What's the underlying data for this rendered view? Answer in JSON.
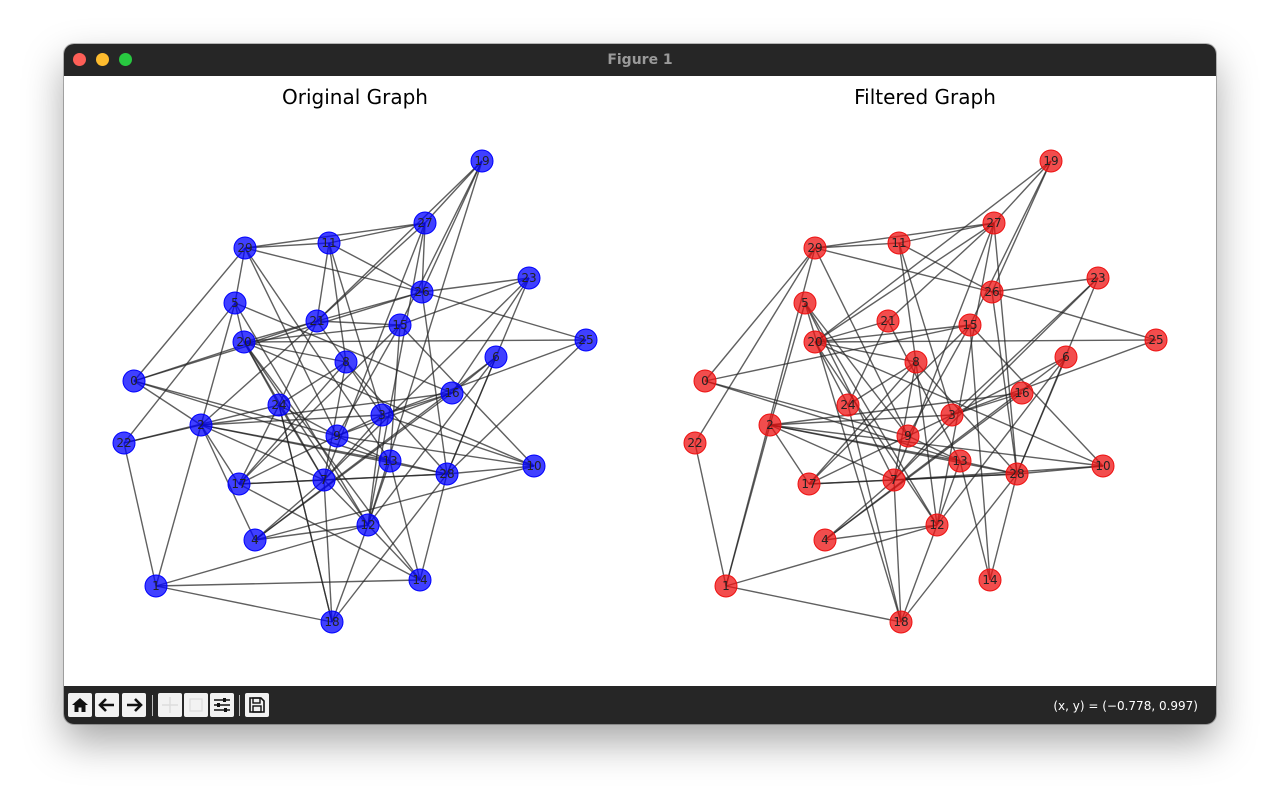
{
  "window": {
    "title": "Figure 1"
  },
  "plots": [
    {
      "title": "Original Graph",
      "color": "#0000ff",
      "nodes": [
        "19",
        "27",
        "29",
        "11",
        "23",
        "26",
        "5",
        "21",
        "15",
        "25",
        "20",
        "8",
        "6",
        "0",
        "24",
        "16",
        "3",
        "22",
        "2",
        "9",
        "13",
        "10",
        "17",
        "7",
        "28",
        "4",
        "12",
        "1",
        "14",
        "18"
      ],
      "edges": [
        [
          "29",
          "11"
        ],
        [
          "29",
          "27"
        ],
        [
          "29",
          "26"
        ],
        [
          "29",
          "5"
        ],
        [
          "29",
          "0"
        ],
        [
          "29",
          "9"
        ],
        [
          "29",
          "13"
        ],
        [
          "11",
          "27"
        ],
        [
          "11",
          "26"
        ],
        [
          "11",
          "8"
        ],
        [
          "11",
          "21"
        ],
        [
          "11",
          "3"
        ],
        [
          "27",
          "26"
        ],
        [
          "27",
          "21"
        ],
        [
          "27",
          "12"
        ],
        [
          "27",
          "7"
        ],
        [
          "27",
          "19"
        ],
        [
          "19",
          "26"
        ],
        [
          "19",
          "12"
        ],
        [
          "19",
          "15"
        ],
        [
          "19",
          "21"
        ],
        [
          "26",
          "23"
        ],
        [
          "26",
          "25"
        ],
        [
          "26",
          "21"
        ],
        [
          "26",
          "28"
        ],
        [
          "26",
          "0"
        ],
        [
          "23",
          "15"
        ],
        [
          "23",
          "16"
        ],
        [
          "23",
          "7"
        ],
        [
          "23",
          "28"
        ],
        [
          "5",
          "20"
        ],
        [
          "5",
          "2"
        ],
        [
          "5",
          "16"
        ],
        [
          "5",
          "12"
        ],
        [
          "5",
          "22"
        ],
        [
          "21",
          "20"
        ],
        [
          "21",
          "15"
        ],
        [
          "21",
          "8"
        ],
        [
          "21",
          "24"
        ],
        [
          "21",
          "2"
        ],
        [
          "15",
          "20"
        ],
        [
          "15",
          "9"
        ],
        [
          "15",
          "17"
        ],
        [
          "15",
          "13"
        ],
        [
          "15",
          "10"
        ],
        [
          "25",
          "20"
        ],
        [
          "25",
          "3"
        ],
        [
          "25",
          "28"
        ],
        [
          "20",
          "24"
        ],
        [
          "20",
          "8"
        ],
        [
          "20",
          "7"
        ],
        [
          "20",
          "12"
        ],
        [
          "20",
          "10"
        ],
        [
          "8",
          "3"
        ],
        [
          "8",
          "7"
        ],
        [
          "8",
          "28"
        ],
        [
          "8",
          "17"
        ],
        [
          "8",
          "24"
        ],
        [
          "6",
          "16"
        ],
        [
          "6",
          "28"
        ],
        [
          "6",
          "12"
        ],
        [
          "6",
          "4"
        ],
        [
          "0",
          "9"
        ],
        [
          "0",
          "13"
        ],
        [
          "0",
          "2"
        ],
        [
          "0",
          "21"
        ],
        [
          "24",
          "7"
        ],
        [
          "24",
          "17"
        ],
        [
          "24",
          "18"
        ],
        [
          "24",
          "9"
        ],
        [
          "16",
          "9"
        ],
        [
          "16",
          "3"
        ],
        [
          "16",
          "2"
        ],
        [
          "16",
          "4"
        ],
        [
          "3",
          "9"
        ],
        [
          "3",
          "7"
        ],
        [
          "3",
          "12"
        ],
        [
          "3",
          "2"
        ],
        [
          "22",
          "1"
        ],
        [
          "22",
          "2"
        ],
        [
          "22",
          "24"
        ],
        [
          "2",
          "17"
        ],
        [
          "2",
          "13"
        ],
        [
          "2",
          "28"
        ],
        [
          "2",
          "7"
        ],
        [
          "9",
          "13"
        ],
        [
          "9",
          "10"
        ],
        [
          "9",
          "17"
        ],
        [
          "13",
          "28"
        ],
        [
          "13",
          "12"
        ],
        [
          "13",
          "14"
        ],
        [
          "10",
          "28"
        ],
        [
          "10",
          "4"
        ],
        [
          "10",
          "3"
        ],
        [
          "17",
          "7"
        ],
        [
          "17",
          "28"
        ],
        [
          "17",
          "14"
        ],
        [
          "7",
          "28"
        ],
        [
          "7",
          "4"
        ],
        [
          "7",
          "12"
        ],
        [
          "7",
          "18"
        ],
        [
          "28",
          "14"
        ],
        [
          "28",
          "18"
        ],
        [
          "4",
          "12"
        ],
        [
          "4",
          "2"
        ],
        [
          "12",
          "14"
        ],
        [
          "12",
          "18"
        ],
        [
          "12",
          "1"
        ],
        [
          "1",
          "14"
        ],
        [
          "1",
          "18"
        ],
        [
          "1",
          "2"
        ],
        [
          "14",
          "20"
        ],
        [
          "18",
          "24"
        ]
      ]
    },
    {
      "title": "Filtered Graph",
      "color": "#ee1111",
      "nodes": [
        "19",
        "27",
        "29",
        "11",
        "23",
        "26",
        "5",
        "21",
        "15",
        "25",
        "20",
        "8",
        "6",
        "0",
        "24",
        "16",
        "3",
        "22",
        "2",
        "9",
        "13",
        "10",
        "17",
        "7",
        "28",
        "4",
        "12",
        "1",
        "14",
        "18"
      ],
      "edges": [
        [
          "29",
          "11"
        ],
        [
          "29",
          "27"
        ],
        [
          "29",
          "26"
        ],
        [
          "29",
          "0"
        ],
        [
          "29",
          "9"
        ],
        [
          "29",
          "1"
        ],
        [
          "11",
          "27"
        ],
        [
          "11",
          "26"
        ],
        [
          "11",
          "8"
        ],
        [
          "11",
          "3"
        ],
        [
          "27",
          "21"
        ],
        [
          "27",
          "12"
        ],
        [
          "27",
          "7"
        ],
        [
          "27",
          "19"
        ],
        [
          "27",
          "20"
        ],
        [
          "27",
          "28"
        ],
        [
          "19",
          "26"
        ],
        [
          "19",
          "15"
        ],
        [
          "19",
          "20"
        ],
        [
          "26",
          "23"
        ],
        [
          "26",
          "25"
        ],
        [
          "26",
          "28"
        ],
        [
          "23",
          "7"
        ],
        [
          "23",
          "28"
        ],
        [
          "23",
          "3"
        ],
        [
          "5",
          "2"
        ],
        [
          "5",
          "12"
        ],
        [
          "5",
          "9"
        ],
        [
          "5",
          "18"
        ],
        [
          "21",
          "20"
        ],
        [
          "21",
          "24"
        ],
        [
          "21",
          "13"
        ],
        [
          "15",
          "20"
        ],
        [
          "15",
          "9"
        ],
        [
          "15",
          "17"
        ],
        [
          "15",
          "10"
        ],
        [
          "15",
          "14"
        ],
        [
          "25",
          "20"
        ],
        [
          "25",
          "3"
        ],
        [
          "20",
          "24"
        ],
        [
          "20",
          "8"
        ],
        [
          "20",
          "12"
        ],
        [
          "20",
          "10"
        ],
        [
          "8",
          "7"
        ],
        [
          "8",
          "28"
        ],
        [
          "8",
          "17"
        ],
        [
          "8",
          "24"
        ],
        [
          "8",
          "12"
        ],
        [
          "6",
          "28"
        ],
        [
          "6",
          "12"
        ],
        [
          "6",
          "4"
        ],
        [
          "6",
          "3"
        ],
        [
          "0",
          "9"
        ],
        [
          "0",
          "13"
        ],
        [
          "0",
          "15"
        ],
        [
          "16",
          "2"
        ],
        [
          "16",
          "4"
        ],
        [
          "16",
          "3"
        ],
        [
          "3",
          "7"
        ],
        [
          "3",
          "2"
        ],
        [
          "3",
          "9"
        ],
        [
          "22",
          "1"
        ],
        [
          "22",
          "29"
        ],
        [
          "2",
          "17"
        ],
        [
          "2",
          "13"
        ],
        [
          "2",
          "28"
        ],
        [
          "2",
          "7"
        ],
        [
          "9",
          "13"
        ],
        [
          "9",
          "17"
        ],
        [
          "13",
          "28"
        ],
        [
          "13",
          "12"
        ],
        [
          "13",
          "14"
        ],
        [
          "10",
          "28"
        ],
        [
          "10",
          "7"
        ],
        [
          "10",
          "2"
        ],
        [
          "17",
          "7"
        ],
        [
          "17",
          "28"
        ],
        [
          "7",
          "28"
        ],
        [
          "7",
          "4"
        ],
        [
          "7",
          "18"
        ],
        [
          "7",
          "5"
        ],
        [
          "28",
          "14"
        ],
        [
          "28",
          "18"
        ],
        [
          "4",
          "12"
        ],
        [
          "12",
          "18"
        ],
        [
          "12",
          "1"
        ],
        [
          "1",
          "2"
        ],
        [
          "1",
          "18"
        ],
        [
          "18",
          "24"
        ]
      ]
    }
  ],
  "toolbar": {
    "buttons": [
      "home-icon",
      "back-arrow-icon",
      "forward-arrow-icon",
      "pan-icon",
      "zoom-icon",
      "configure-subplots-icon",
      "save-icon"
    ],
    "coords": "(x, y) = (−0.778, 0.997)"
  }
}
